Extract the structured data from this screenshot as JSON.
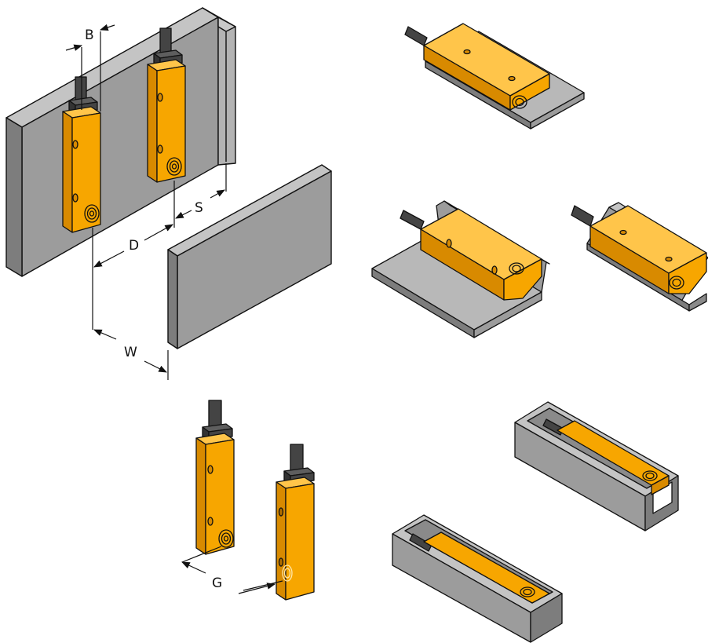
{
  "colors": {
    "sensor_front": "#f7a600",
    "sensor_side": "#d88a00",
    "sensor_top": "#ffc54a",
    "mount_light": "#b8b8b8",
    "mount_mid": "#9c9c9c",
    "mount_dark": "#7d7d7d",
    "cable_dark": "#3a3a3a",
    "cable_light": "#6e6e6e",
    "outline": "#111111"
  },
  "icons": {
    "cable": "cable-icon",
    "mount_hole": "mount-hole-icon",
    "sensing_face": "target-icon"
  },
  "dimensions": {
    "b": "B",
    "s": "S",
    "d": "D",
    "w": "W",
    "g": "G"
  }
}
